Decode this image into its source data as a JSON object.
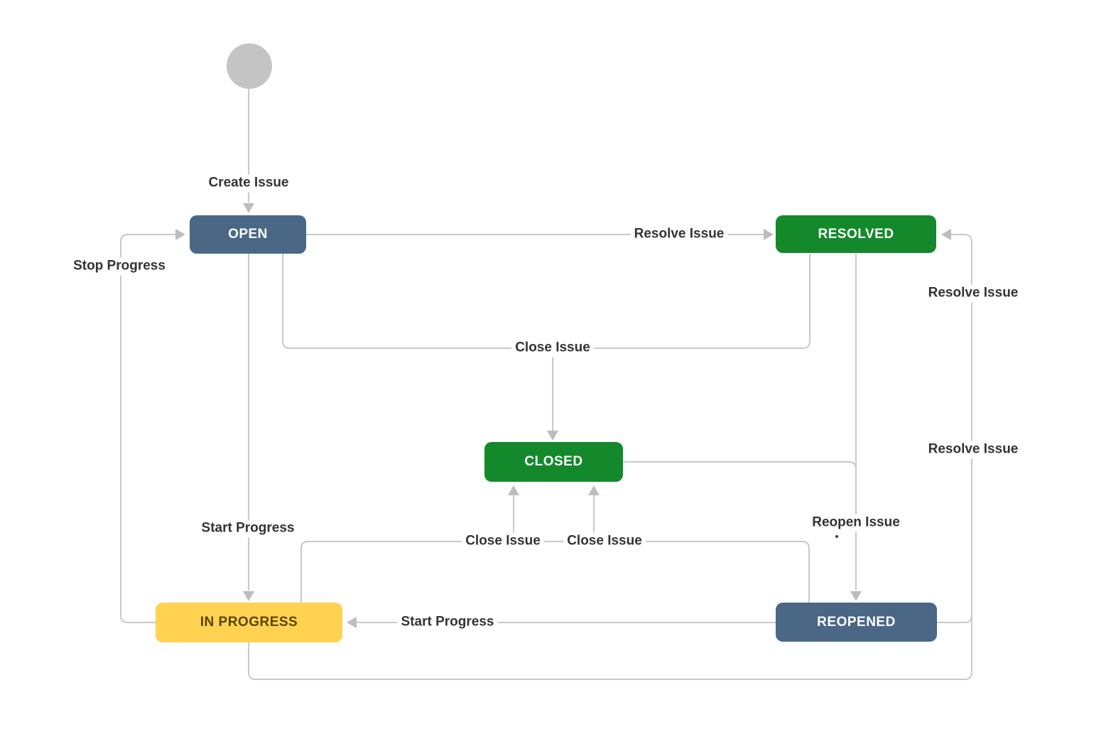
{
  "diagram": {
    "type": "workflow-state-diagram",
    "nodes": {
      "start": {
        "label": "",
        "shape": "circle",
        "color": "#c4c4c4"
      },
      "open": {
        "label": "OPEN",
        "color": "#4a6785",
        "text_color": "#ffffff"
      },
      "resolved": {
        "label": "RESOLVED",
        "color": "#14892c",
        "text_color": "#ffffff"
      },
      "closed": {
        "label": "CLOSED",
        "color": "#14892c",
        "text_color": "#ffffff"
      },
      "in_progress": {
        "label": "IN PROGRESS",
        "color": "#ffd351",
        "text_color": "#594300"
      },
      "reopened": {
        "label": "REOPENED",
        "color": "#4a6785",
        "text_color": "#ffffff"
      }
    },
    "edge_labels": {
      "create_issue": "Create Issue",
      "resolve_issue_top": "Resolve Issue",
      "stop_progress": "Stop Progress",
      "close_issue_mid": "Close Issue",
      "reopen_issue": "Reopen Issue",
      "close_issue_left": "Close Issue",
      "close_issue_right": "Close Issue",
      "start_progress_vertical": "Start Progress",
      "start_progress_horizontal": "Start Progress",
      "resolve_issue_right_upper": "Resolve Issue",
      "resolve_issue_right_lower": "Resolve Issue"
    },
    "transitions": [
      {
        "from": "start",
        "to": "open",
        "label": "Create Issue"
      },
      {
        "from": "open",
        "to": "resolved",
        "label": "Resolve Issue"
      },
      {
        "from": "open",
        "to": "closed",
        "label": "Close Issue"
      },
      {
        "from": "open",
        "to": "in_progress",
        "label": "Start Progress"
      },
      {
        "from": "in_progress",
        "to": "open",
        "label": "Stop Progress"
      },
      {
        "from": "in_progress",
        "to": "closed",
        "label": "Close Issue"
      },
      {
        "from": "in_progress",
        "to": "resolved",
        "label": "Resolve Issue"
      },
      {
        "from": "resolved",
        "to": "closed",
        "label": "Close Issue"
      },
      {
        "from": "resolved",
        "to": "reopened",
        "label": "Reopen Issue"
      },
      {
        "from": "closed",
        "to": "reopened",
        "label": "Reopen Issue"
      },
      {
        "from": "reopened",
        "to": "closed",
        "label": "Close Issue"
      },
      {
        "from": "reopened",
        "to": "in_progress",
        "label": "Start Progress"
      },
      {
        "from": "reopened",
        "to": "resolved",
        "label": "Resolve Issue"
      }
    ],
    "colors": {
      "line": "#c9c9c9",
      "arrowhead": "#bdbdbd",
      "label_text": "#333333",
      "status_blue": "#4a6785",
      "status_green": "#14892c",
      "status_yellow": "#ffd351",
      "yellow_text": "#594300",
      "start_node": "#c4c4c4",
      "background": "#ffffff"
    }
  }
}
